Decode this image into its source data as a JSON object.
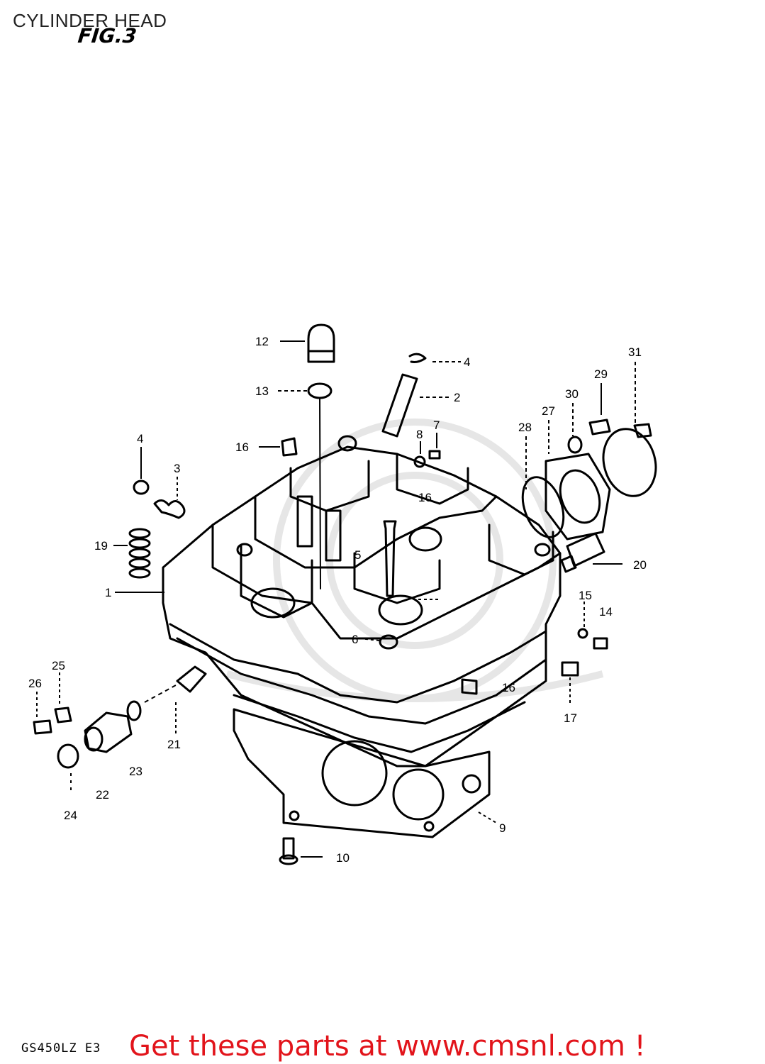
{
  "page": {
    "title": "CYLINDER HEAD",
    "figure_label": "FIG.3",
    "model_code": "GS450LZ E3",
    "footer_link": "Get these parts at www.cmsnl.com !"
  },
  "callouts": [
    {
      "id": "c12",
      "text": "12"
    },
    {
      "id": "c4a",
      "text": "4"
    },
    {
      "id": "c13",
      "text": "13"
    },
    {
      "id": "c2",
      "text": "2"
    },
    {
      "id": "c31",
      "text": "31"
    },
    {
      "id": "c29",
      "text": "29"
    },
    {
      "id": "c30",
      "text": "30"
    },
    {
      "id": "c27",
      "text": "27"
    },
    {
      "id": "c28",
      "text": "28"
    },
    {
      "id": "c8",
      "text": "8"
    },
    {
      "id": "c7",
      "text": "7"
    },
    {
      "id": "c16a",
      "text": "16"
    },
    {
      "id": "c4b",
      "text": "4"
    },
    {
      "id": "c3",
      "text": "3"
    },
    {
      "id": "c16b",
      "text": "16"
    },
    {
      "id": "c19",
      "text": "19"
    },
    {
      "id": "c5",
      "text": "5"
    },
    {
      "id": "c20",
      "text": "20"
    },
    {
      "id": "c1",
      "text": "1"
    },
    {
      "id": "c15",
      "text": "15"
    },
    {
      "id": "c14",
      "text": "14"
    },
    {
      "id": "c6",
      "text": "6"
    },
    {
      "id": "c25",
      "text": "25"
    },
    {
      "id": "c26",
      "text": "26"
    },
    {
      "id": "c16c",
      "text": "16"
    },
    {
      "id": "c17",
      "text": "17"
    },
    {
      "id": "c21",
      "text": "21"
    },
    {
      "id": "c23",
      "text": "23"
    },
    {
      "id": "c22",
      "text": "22"
    },
    {
      "id": "c24",
      "text": "24"
    },
    {
      "id": "c9",
      "text": "9"
    },
    {
      "id": "c10",
      "text": "10"
    }
  ]
}
